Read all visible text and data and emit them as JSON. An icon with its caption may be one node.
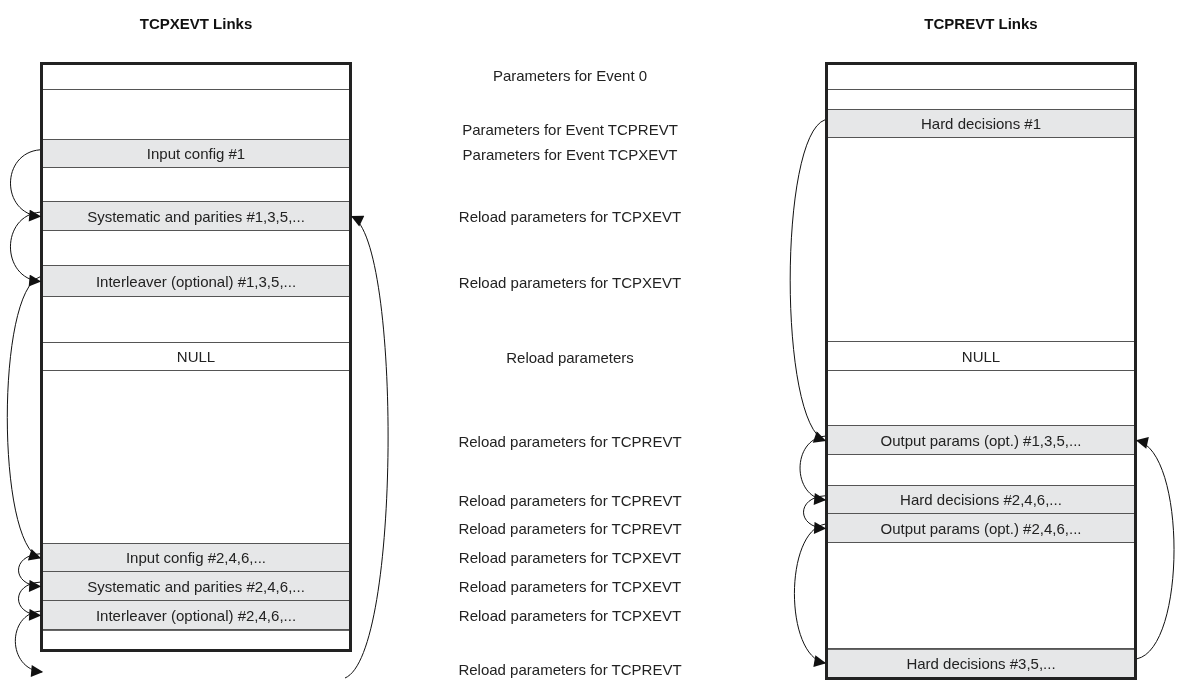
{
  "diagram": {
    "nodes": [
      {
        "text": [
          "TCPXEVT Links"
        ]
      },
      {
        "text": [],
        "shape": "box",
        "in": 0
      },
      {
        "text": [],
        "shape": "box",
        "in": 0
      },
      {
        "text": [
          "Input config #1"
        ],
        "in": 0
      },
      {
        "text": [],
        "shape": "box",
        "in": 0
      },
      {
        "text": [
          "Systematic and parities #1,3,5,..."
        ],
        "in": 0
      },
      {
        "text": [],
        "shape": "box",
        "in": 0
      },
      {
        "text": [
          "Interleaver (optional) #1,3,5,..."
        ],
        "in": 0
      },
      {
        "text": [],
        "shape": "box",
        "in": 0
      },
      {
        "text": [
          "NULL"
        ],
        "in": 0
      },
      {
        "text": [],
        "shape": "box",
        "in": 0
      },
      {
        "text": [
          "Input config #2,4,6,..."
        ],
        "in": 0
      },
      {
        "text": [
          "Systematic and parities #2,4,6,..."
        ],
        "in": 0
      },
      {
        "text": [
          "Interleaver (optional) #2,4,6,..."
        ],
        "in": 0
      },
      {
        "text": [],
        "shape": "box",
        "in": 0
      },
      {
        "text": [
          "TCPREVT Links"
        ]
      },
      {
        "text": [],
        "shape": "box",
        "in": 15
      },
      {
        "text": [],
        "shape": "box",
        "in": 15
      },
      {
        "text": [
          "Hard decisions #1"
        ],
        "in": 15
      },
      {
        "text": [],
        "shape": "box",
        "in": 15
      },
      {
        "text": [
          "NULL"
        ],
        "in": 15
      },
      {
        "text": [],
        "shape": "box",
        "in": 15
      },
      {
        "text": [
          "Output params (opt.) #1,3,5,..."
        ],
        "in": 15
      },
      {
        "text": [],
        "shape": "box",
        "in": 15
      },
      {
        "text": [
          "Hard decisions #2,4,6,..."
        ],
        "in": 15
      },
      {
        "text": [
          "Output params (opt.) #2,4,6,..."
        ],
        "in": 15
      },
      {
        "text": [],
        "shape": "box",
        "in": 15
      },
      {
        "text": [
          "Hard decisions #3,5,..."
        ],
        "in": 15
      }
    ],
    "edges": [
      {
        "from": 3,
        "to": 5,
        "arrow": "to"
      },
      {
        "from": 5,
        "to": 7,
        "arrow": "to"
      },
      {
        "from": 7,
        "to": 11,
        "arrow": "to"
      },
      {
        "from": 11,
        "to": 12,
        "arrow": "to"
      },
      {
        "from": 12,
        "to": 13,
        "arrow": "to"
      },
      {
        "from": 13,
        "to": null,
        "arrow": "to"
      },
      {
        "from": null,
        "to": 5,
        "arrow": "to"
      },
      {
        "from": 18,
        "to": 22,
        "arrow": "to"
      },
      {
        "from": 22,
        "to": 24,
        "arrow": "to"
      },
      {
        "from": 24,
        "to": 25,
        "arrow": "to"
      },
      {
        "from": 25,
        "to": 27,
        "arrow": "to"
      },
      {
        "from": 27,
        "to": 22,
        "arrow": "to"
      }
    ],
    "labels": [
      "Parameters for Event 0",
      "Parameters for Event TCPREVT",
      "Parameters for Event TCPXEVT",
      "Reload parameters for TCPXEVT",
      "Reload parameters for TCPXEVT",
      "Reload parameters",
      "Reload parameters for TCPREVT",
      "Reload parameters for TCPREVT",
      "Reload parameters for TCPREVT",
      "Reload parameters for TCPXEVT",
      "Reload parameters for TCPXEVT",
      "Reload parameters for TCPXEVT",
      "Reload parameters for TCPREVT"
    ]
  }
}
